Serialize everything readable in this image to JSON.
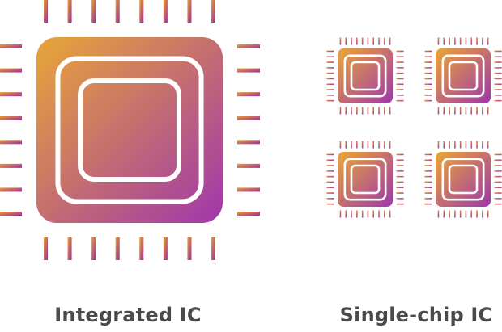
{
  "labels": {
    "integrated": "Integrated IC",
    "single_chip": "Single-chip IC"
  },
  "colors": {
    "gradient_start": "#E8A12A",
    "gradient_end": "#9B2AA6",
    "outline": "#ffffff",
    "label": "#4a4a4a",
    "background": "#ffffff"
  },
  "single_chip_count": 4,
  "pins_per_side": {
    "integrated": 8,
    "single_chip": 10
  }
}
